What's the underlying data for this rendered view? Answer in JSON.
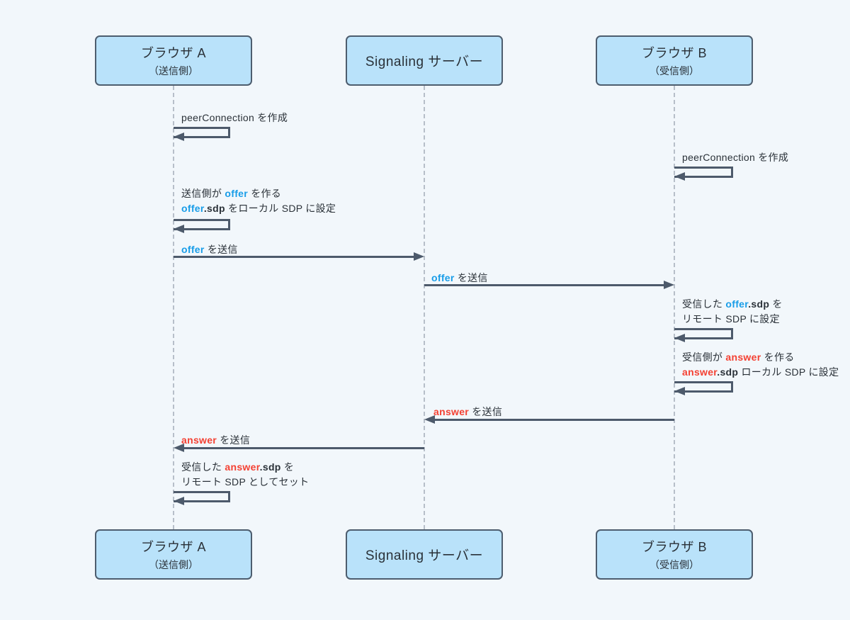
{
  "diagram": {
    "colors": {
      "background": "#f2f7fb",
      "box_fill": "#b9e2fa",
      "box_border": "#4d5d6e",
      "arrow": "#4d5a6b",
      "text": "#2a3138",
      "keyword_blue": "#189de8",
      "keyword_red": "#f44133",
      "lifeline": "#b7bfc9"
    }
  },
  "actors": {
    "browser_a": {
      "title": "ブラウザ A",
      "subtitle": "（送信側）"
    },
    "signaling": {
      "title": "Signaling サーバー"
    },
    "browser_b": {
      "title": "ブラウザ B",
      "subtitle": "（受信側）"
    }
  },
  "messages": {
    "a_create_pc": {
      "text": "peerConnection を作成"
    },
    "b_create_pc": {
      "text": "peerConnection を作成"
    },
    "a_make_offer": {
      "l1_pre": "送信側が ",
      "l1_kw": "offer",
      "l1_post": " を作る",
      "l2_kw": "offer",
      "l2_sdp": ".sdp",
      "l2_post": " をローカル SDP に設定"
    },
    "offer_send_a_s": {
      "kw": "offer",
      "post": " を送信"
    },
    "offer_send_s_b": {
      "kw": "offer",
      "post": " を送信"
    },
    "b_set_remote": {
      "l1_pre": "受信した ",
      "l1_kw": "offer",
      "l1_sdp": ".sdp",
      "l1_post": " を",
      "l2": "リモート SDP に設定"
    },
    "b_make_answer": {
      "l1_pre": "受信側が ",
      "l1_kw": "answer",
      "l1_post": " を作る",
      "l2_kw": "answer",
      "l2_sdp": ".sdp",
      "l2_post": " ローカル SDP に設定"
    },
    "answer_send_b_s": {
      "kw": "answer",
      "post": " を送信"
    },
    "answer_send_s_a": {
      "kw": "answer",
      "post": " を送信"
    },
    "a_set_remote": {
      "l1_pre": "受信した ",
      "l1_kw": "answer",
      "l1_sdp": ".sdp",
      "l1_post": " を",
      "l2": "リモート SDP としてセット"
    }
  }
}
